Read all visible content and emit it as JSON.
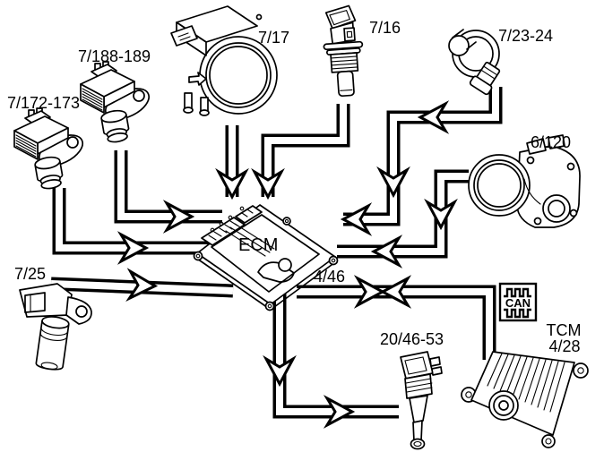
{
  "canvas": {
    "background": "#ffffff",
    "line_color": "#000000"
  },
  "components": {
    "camshaft_sensor_a": {
      "label": "7/172-173"
    },
    "camshaft_sensor_b": {
      "label": "7/188-189"
    },
    "mass_air_flow_sensor": {
      "label": "7/17"
    },
    "coolant_temperature_sensor": {
      "label": "7/16"
    },
    "knock_sensor": {
      "label": "7/23-24"
    },
    "throttle_unit": {
      "label": "6/120"
    },
    "engine_control_module": {
      "name": "ECM",
      "label": "4/46"
    },
    "crankshaft_position_sensor": {
      "label": "7/25"
    },
    "ignition_coil": {
      "label": "20/46-53"
    },
    "can_bus": {
      "label": "CAN"
    },
    "transmission_control_module": {
      "name": "TCM",
      "label": "4/28"
    }
  }
}
